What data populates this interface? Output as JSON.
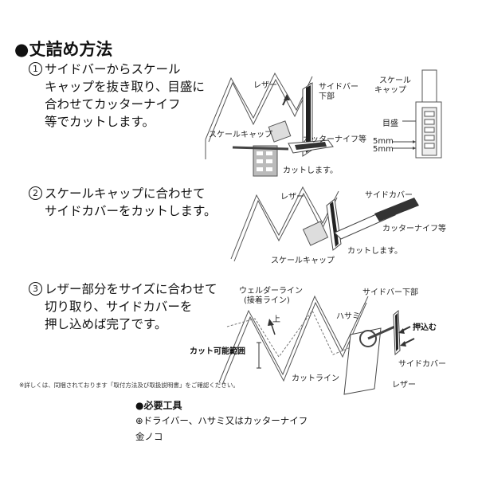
{
  "heading": "●丈詰め方法",
  "steps": [
    {
      "num": "1",
      "lines": [
        "サイドバーからスケール",
        "キャップを抜き取り、目盛に",
        "合わせてカッターナイフ",
        "等でカットします。"
      ]
    },
    {
      "num": "2",
      "lines": [
        "スケールキャップに合わせて",
        "サイドカバーをカットします。"
      ]
    },
    {
      "num": "3",
      "lines": [
        "レザー部分をサイズに合わせて",
        "切り取り、サイドカバーを",
        "押し込めば完了です。"
      ]
    }
  ],
  "fig1": {
    "leather": "レザー",
    "sidebar_bottom": [
      "サイドバー",
      "下部"
    ],
    "scale_cap": "スケールキャップ",
    "cutter": "カッターナイフ等",
    "cut": "カットします。",
    "scale_cap_right": [
      "スケール",
      "キャップ"
    ],
    "scale_marks": "目盛",
    "mm1": "5mm",
    "mm2": "5mm"
  },
  "fig2": {
    "leather": "レザー",
    "side_cover": "サイドカバー",
    "cutter": "カッターナイフ等",
    "cut": "カットします。",
    "scale_cap": "スケールキャップ"
  },
  "fig3": {
    "welder_line": [
      "ウェルダーライン",
      "(接着ライン)"
    ],
    "sidebar_bottom": "サイドバー下部",
    "scissors": "ハサミ",
    "push": "押込む",
    "up": "上",
    "cut_range": "カット可能範囲",
    "side_cover": "サイドカバー",
    "cut_line": "カットライン",
    "leather": "レザー"
  },
  "note": "※詳しくは、同梱されております「取付方法及び取扱説明書」をご確認ください。",
  "tools": {
    "title": "●必要工具",
    "line1": "⊕ドライバー、ハサミ又はカッターナイフ",
    "line2": "金ノコ"
  }
}
